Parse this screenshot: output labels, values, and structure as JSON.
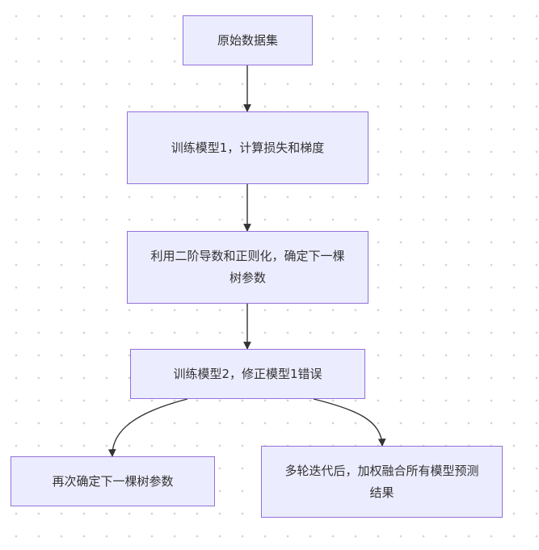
{
  "nodes": {
    "n1": {
      "label": "原始数据集"
    },
    "n2": {
      "label": "训练模型1，计算损失和梯度"
    },
    "n3": {
      "label": "利用二阶导数和正则化，确定下一棵树参数"
    },
    "n4": {
      "label": "训练模型2，修正模型1错误"
    },
    "n5": {
      "label": "再次确定下一棵树参数"
    },
    "n6": {
      "label": "多轮迭代后，加权融合所有模型预测结果"
    }
  },
  "colors": {
    "node_fill": "#ececff",
    "node_border": "#9370db",
    "edge": "#333333",
    "text": "#333333"
  }
}
